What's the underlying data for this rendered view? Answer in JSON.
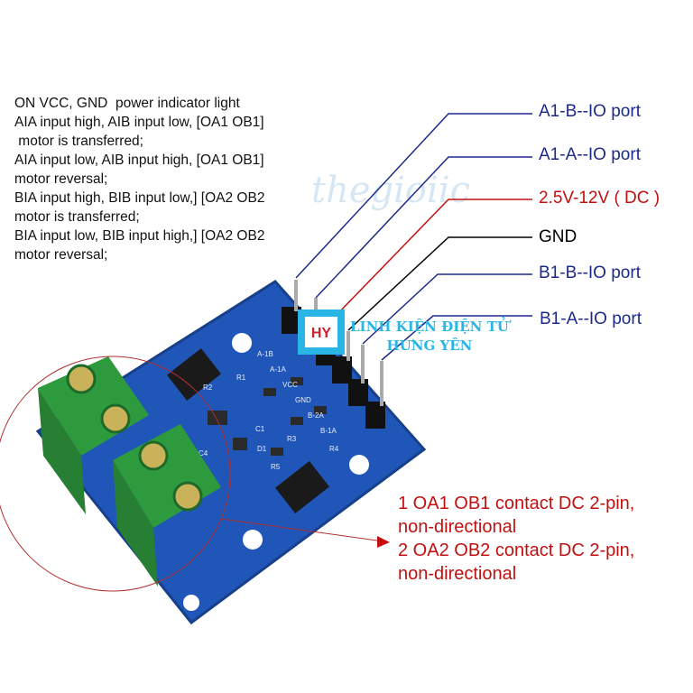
{
  "description_lines": [
    "ON VCC, GND  power indicator light",
    "AIA input high, AIB input low, [OA1 OB1]",
    " motor is transferred;",
    "AIA input low, AIB input high, [OA1 OB1]",
    "motor reversal;",
    "BIA input high, BIB input low,] [OA2 OB2",
    "motor is transferred;",
    "BIA input low, BIB input high,] [OA2 OB2",
    "motor reversal;"
  ],
  "pin_labels": [
    "A1-B--IO port",
    "A1-A--IO port",
    "2.5V-12V ( DC )",
    "GND",
    "B1-B--IO port",
    "B1-A--IO port"
  ],
  "contact_lines": [
    "1 OA1 OB1 contact DC 2-pin,",
    "non-directional",
    "2 OA2 OB2 contact DC 2-pin,",
    "non-directional"
  ],
  "watermark": "thegioiic",
  "brand": {
    "logo": "HY",
    "line1": "LINH KIỆN ĐIỆN TỬ",
    "line2": "HƯNG YÊN"
  },
  "board_silkscreen": [
    "VCC",
    "GND",
    "B-1A",
    "B-2A",
    "A-1A",
    "A-1B",
    "R1",
    "R2",
    "R3",
    "R4",
    "R5",
    "C1",
    "C4",
    "D1"
  ],
  "colors": {
    "blue_line": "#1b2a8a",
    "red": "#c21010",
    "board": "#1f56b8",
    "terminal": "#2e9a3e"
  }
}
